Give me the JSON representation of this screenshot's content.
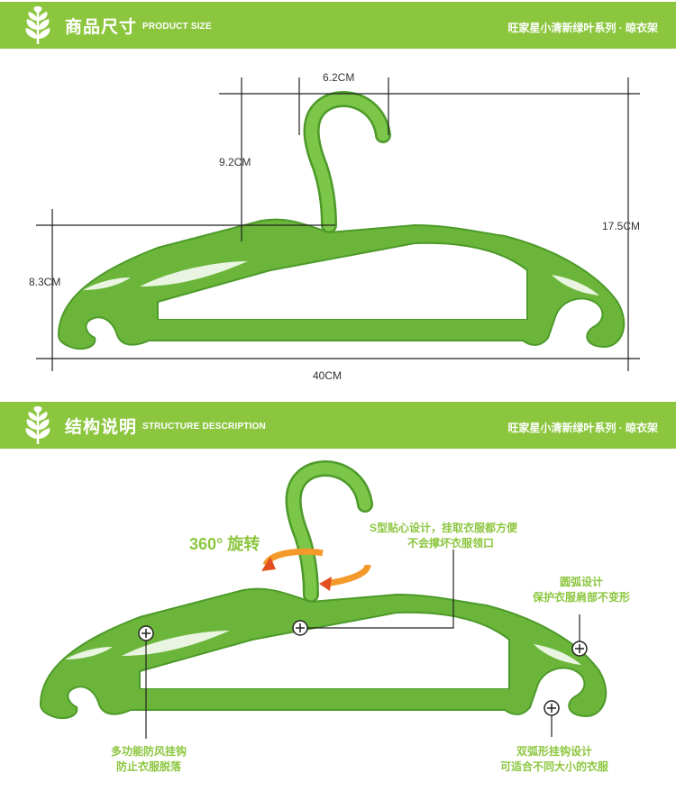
{
  "header_size": {
    "title_cn": "商品尺寸",
    "title_en": "PRODUCT SIZE",
    "series": "旺家星小清新绿叶系列 · 晾衣架"
  },
  "dimensions": {
    "hook_width": "6.2CM",
    "hook_height": "9.2CM",
    "total_height": "17.5CM",
    "body_height": "8.3CM",
    "width": "40CM"
  },
  "header_structure": {
    "title_cn": "结构说明",
    "title_en": "STRUCTURE DESCRIPTION",
    "series": "旺家星小清新绿叶系列 · 晾衣架"
  },
  "structure": {
    "rotation": "360° 旋转",
    "s_hook_line1": "S型贴心设计，挂取衣服都方便",
    "s_hook_line2": "不会撑坏衣服领口",
    "arc_line1": "圆弧设计",
    "arc_line2": "保护衣服肩部不变形",
    "multi_line1": "多功能防风挂钩",
    "multi_line2": "防止衣服脱落",
    "double_line1": "双弧形挂钩设计",
    "double_line2": "可适合不同大小的衣服"
  },
  "colors": {
    "band": "#8cc63f",
    "hanger": "#6bb63a",
    "hanger_dark": "#4d9a2a",
    "callout_text": "#8cc63f",
    "arrow_orange": "#f39a2b"
  }
}
